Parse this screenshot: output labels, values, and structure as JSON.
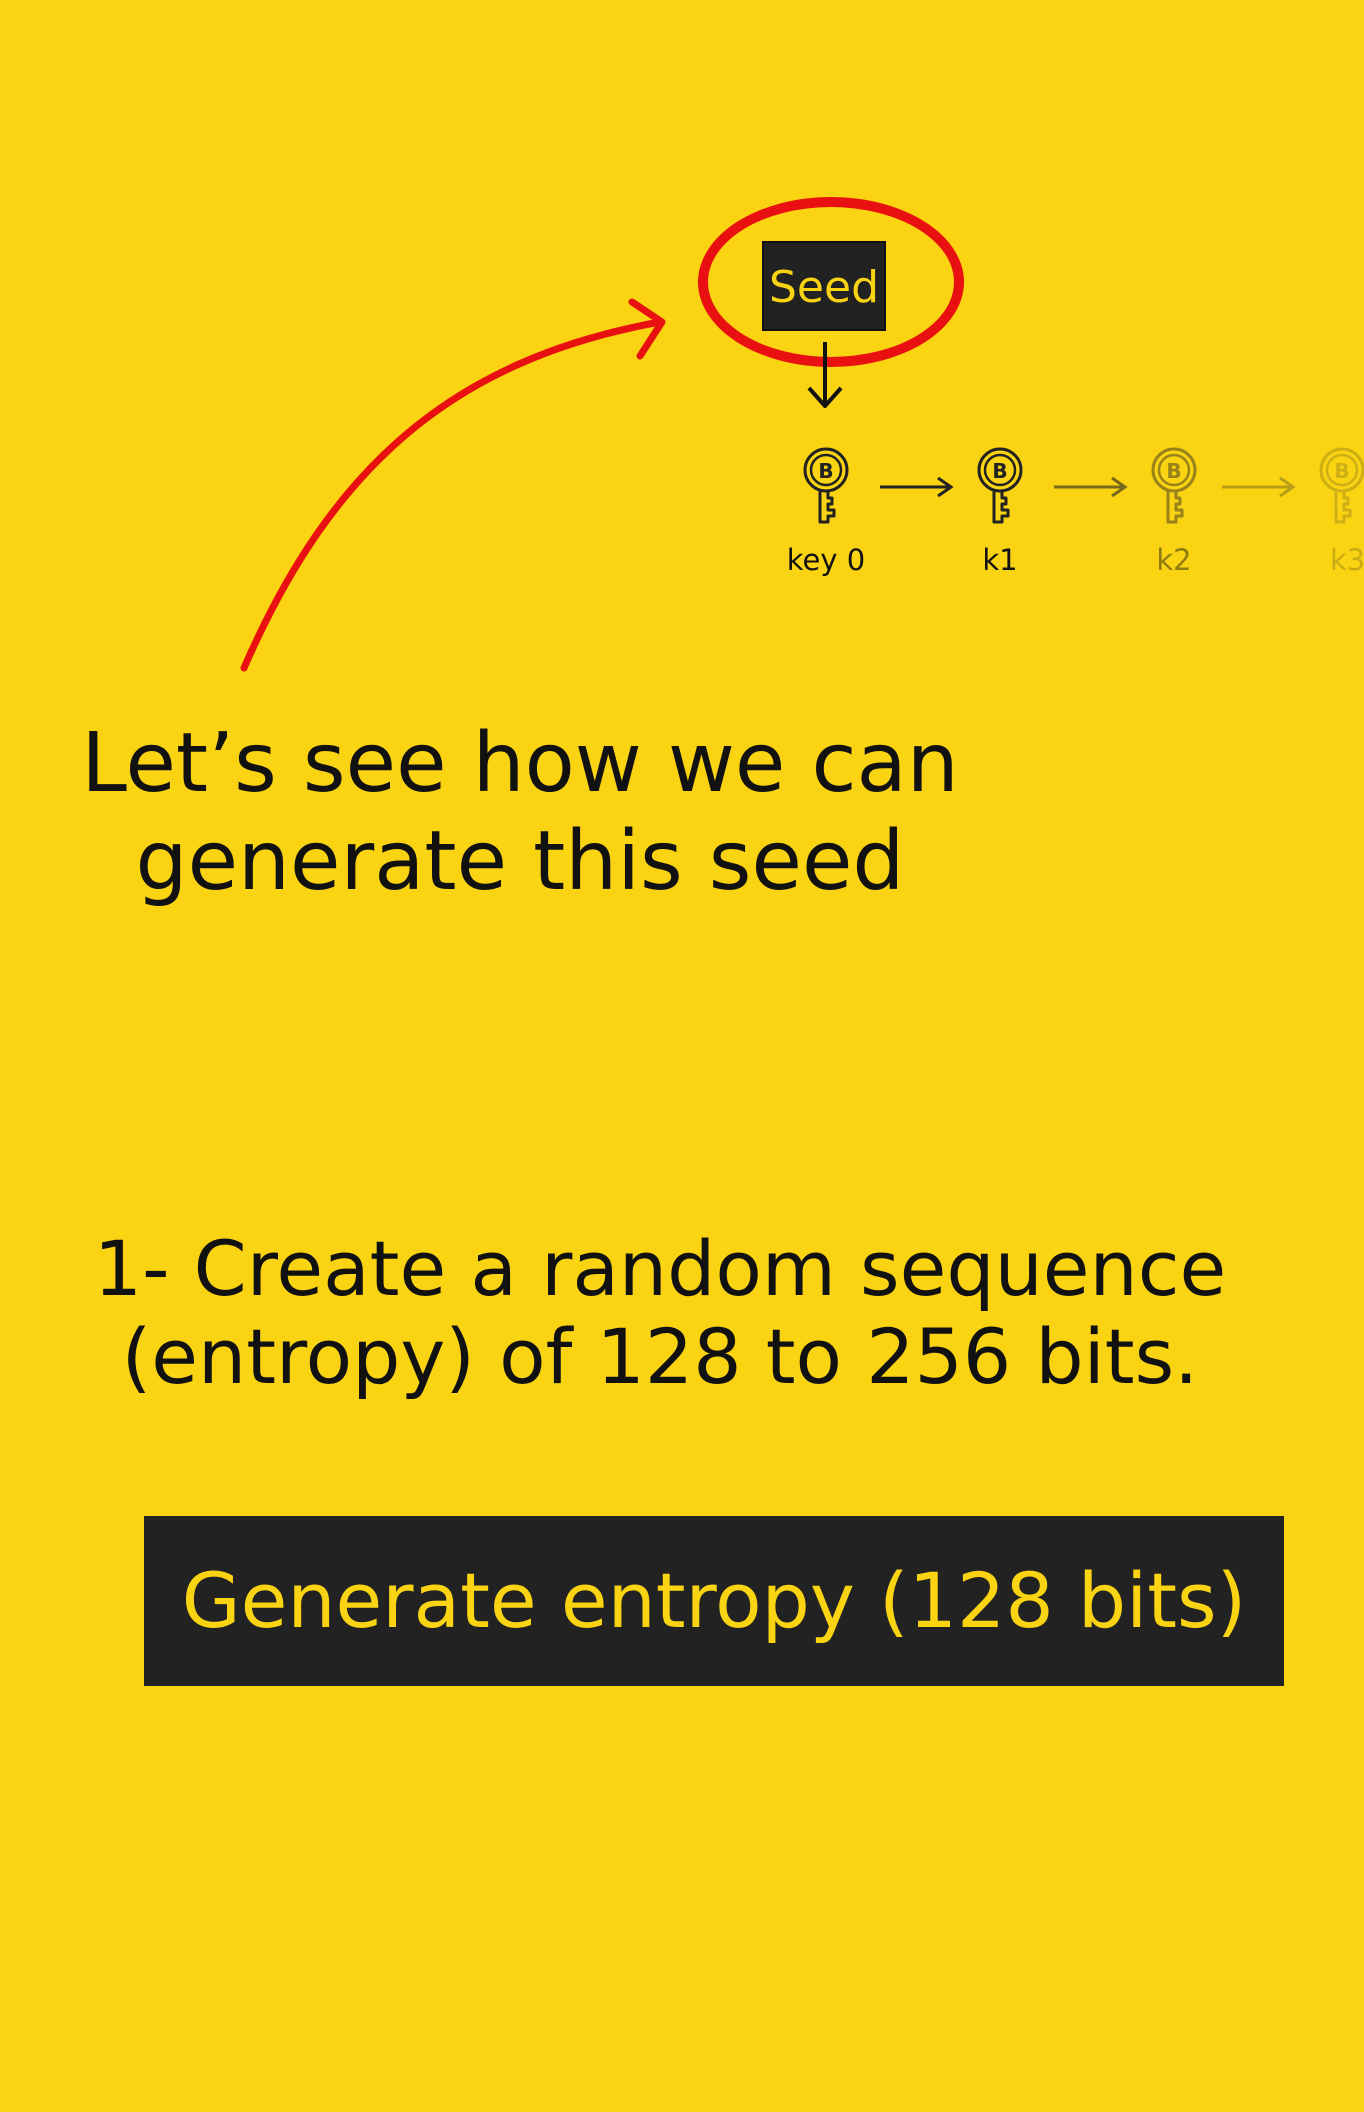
{
  "diagram": {
    "seed_label": "Seed",
    "keys": [
      {
        "label": "key 0",
        "opacity": 1.0
      },
      {
        "label": "k1",
        "opacity": 1.0
      },
      {
        "label": "k2",
        "opacity": 0.45
      },
      {
        "label": "k3",
        "opacity": 0.2
      }
    ]
  },
  "intro": {
    "line1": "Let’s see how we can",
    "line2": "generate this seed"
  },
  "step": {
    "line1": "1- Create a random sequence",
    "line2": "(entropy) of 128 to 256 bits."
  },
  "action": {
    "generate_label": "Generate entropy (128 bits)"
  },
  "colors": {
    "background": "#FAD312",
    "dark": "#222222",
    "highlight": "#E81010"
  }
}
